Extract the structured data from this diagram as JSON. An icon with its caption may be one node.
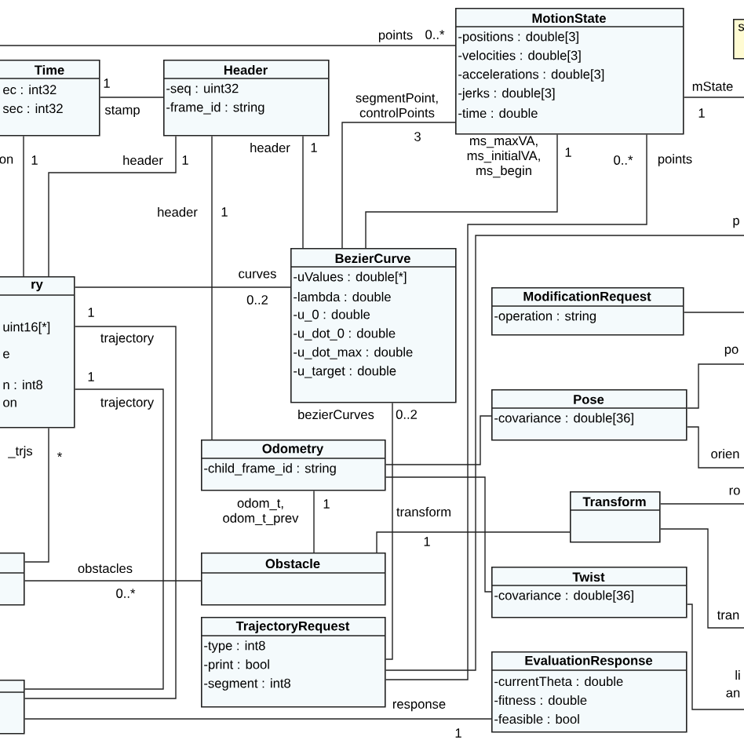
{
  "diagram": {
    "nodes": [
      {
        "text": [
          "Time",
          "ec : int32",
          "sec : int32"
        ]
      },
      {
        "text": [
          "Header",
          "-seq : uint32",
          "-frame_id : string"
        ]
      },
      {
        "text": [
          "MotionState",
          "-positions : double[3]",
          "-velocities : double[3]",
          "-accelerations : double[3]",
          "-jerks : double[3]",
          "-time : double"
        ]
      },
      {
        "text": [
          "s"
        ]
      },
      {
        "text": [
          "ry",
          "uint16[*]",
          "e",
          "n : int8",
          "on"
        ]
      },
      {
        "text": [
          "BezierCurve",
          "-uValues : double[*]",
          "-lambda : double",
          "-u_0 : double",
          "-u_dot_0 : double",
          "-u_dot_max : double",
          "-u_target : double"
        ]
      },
      {
        "text": [
          "ModificationRequest",
          "-operation : string"
        ]
      },
      {
        "text": [
          "Pose",
          "-covariance : double[36]"
        ]
      },
      {
        "text": [
          "Odometry",
          "-child_frame_id : string"
        ]
      },
      {
        "text": [
          "Transform"
        ]
      },
      {
        "text": [
          "Obstacle"
        ]
      },
      {
        "text": [
          "Twist",
          "-covariance : double[36]"
        ]
      },
      {
        "text": [
          "TrajectoryRequest",
          "-type : int8",
          "-print : bool",
          "-segment : int8"
        ]
      },
      {
        "text": [
          "EvaluationResponse",
          "-currentTheta : double",
          "-fitness : double",
          "-feasible : bool"
        ]
      },
      {
        "text": [],
        "shape": "box"
      },
      {
        "text": [],
        "shape": "box"
      }
    ],
    "edges": [
      {
        "from": 1,
        "to": 0,
        "arrow": "none"
      },
      {
        "from": 0,
        "to": 4,
        "arrow": "none"
      },
      {
        "from": 1,
        "to": 4,
        "arrow": "none"
      },
      {
        "from": 1,
        "to": 8,
        "arrow": "none"
      },
      {
        "from": 1,
        "to": 5,
        "arrow": "none"
      },
      {
        "from": null,
        "to": 2,
        "arrow": "none"
      },
      {
        "from": 2,
        "to": 5,
        "arrow": "none"
      },
      {
        "from": 2,
        "to": 5,
        "arrow": "none"
      },
      {
        "from": 2,
        "to": 12,
        "arrow": "none"
      },
      {
        "from": 2,
        "to": null,
        "arrow": "none"
      },
      {
        "from": 4,
        "to": 5,
        "arrow": "none"
      },
      {
        "from": 4,
        "to": 15,
        "arrow": "none"
      },
      {
        "from": 4,
        "to": 15,
        "arrow": "none"
      },
      {
        "from": 4,
        "to": 14,
        "arrow": "none"
      },
      {
        "from": 14,
        "to": 10,
        "arrow": "none"
      },
      {
        "from": 10,
        "to": 8,
        "arrow": "none"
      },
      {
        "from": 15,
        "to": 13,
        "arrow": "none"
      },
      {
        "from": 8,
        "to": 7,
        "arrow": "none"
      },
      {
        "from": 8,
        "to": 11,
        "arrow": "none"
      },
      {
        "from": 10,
        "to": 9,
        "arrow": "none"
      },
      {
        "from": 5,
        "to": 12,
        "arrow": "none"
      },
      {
        "from": 6,
        "to": null,
        "arrow": "none"
      },
      {
        "from": 7,
        "to": null,
        "arrow": "none"
      },
      {
        "from": 7,
        "to": null,
        "arrow": "none"
      },
      {
        "from": 9,
        "to": null,
        "arrow": "none"
      },
      {
        "from": 9,
        "to": null,
        "arrow": "none"
      },
      {
        "from": 11,
        "to": null,
        "arrow": "none"
      },
      {
        "from": null,
        "to": 12,
        "arrow": "none"
      }
    ],
    "labels": [
      "1",
      "stamp",
      "on",
      "1",
      "header",
      "1",
      "header",
      "1",
      "header",
      "1",
      "points",
      "0..*",
      "segmentPoint, controlPoints",
      "3",
      "ms_maxVA, ms_initialVA, ms_begin",
      "1",
      "0..*",
      "points",
      "mState",
      "1",
      "p",
      "curves",
      "0..2",
      "1",
      "trajectory",
      "1",
      "trajectory",
      "_trjs",
      "*",
      "bezierCurves",
      "0..2",
      "po",
      "orien",
      "odom_t, odom_t_prev",
      "1",
      "transform",
      "1",
      "ro",
      "obstacles",
      "0..*",
      "tran",
      "li",
      "an",
      "response",
      "1"
    ]
  }
}
